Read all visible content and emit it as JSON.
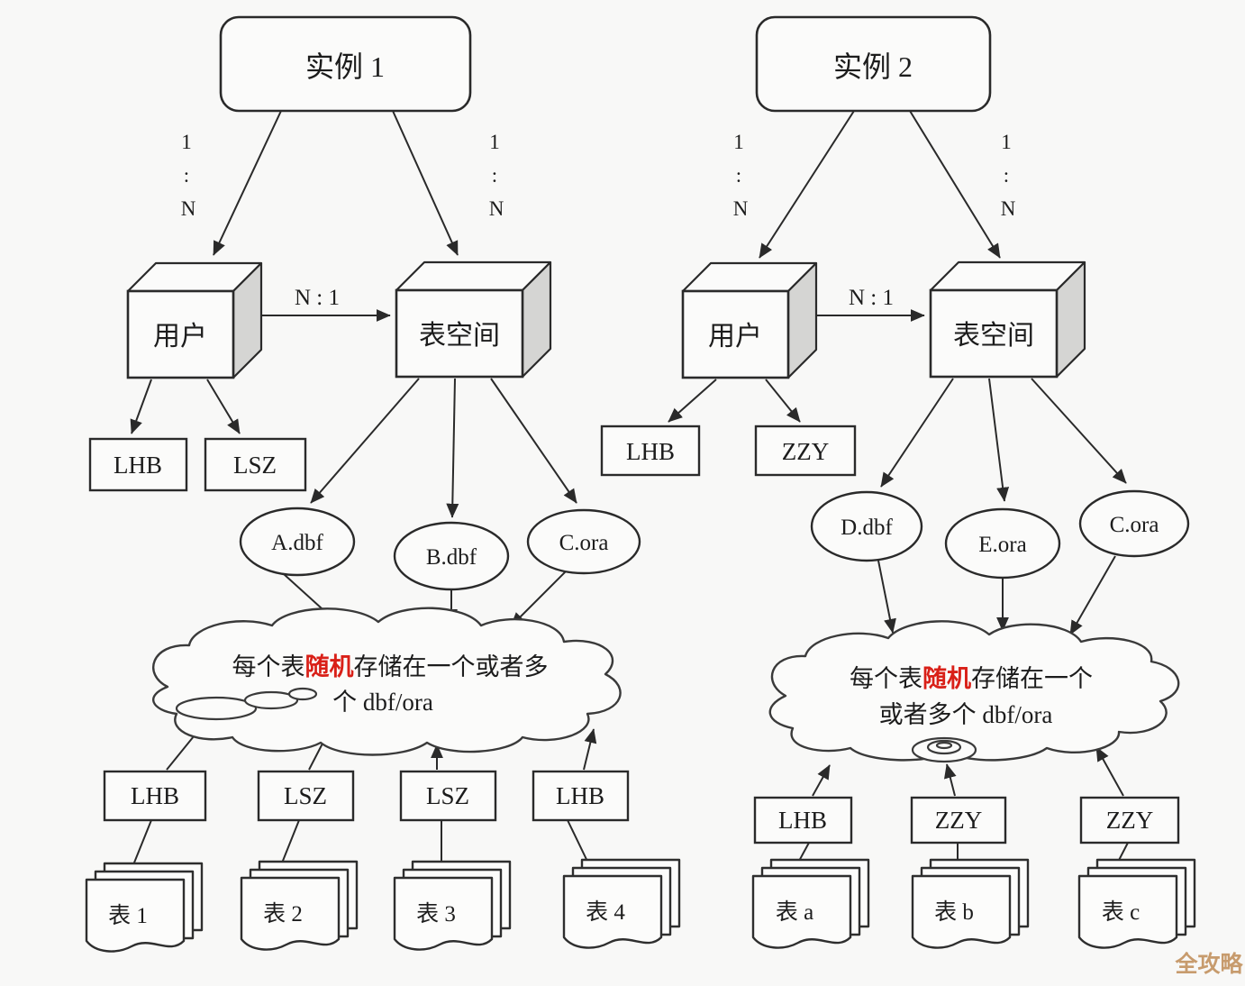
{
  "colors": {
    "background": "#f8f8f7",
    "line": "#2a2a2a",
    "cube_side_shade": "#d5d5d3",
    "highlight_red": "#d92018",
    "watermark_gold": "#c79b6d"
  },
  "relation": {
    "one": "1",
    "colon": ":",
    "n": "N",
    "n_to_one": "N : 1"
  },
  "watermark": "全攻略",
  "left": {
    "instance": "实例 1",
    "user_cube": "用户",
    "tablespace_cube": "表空间",
    "schemas": [
      "LHB",
      "LSZ"
    ],
    "datafiles": [
      "A.dbf",
      "B.dbf",
      "C.ora"
    ],
    "cloud": {
      "prefix": "每个表",
      "highlight": "随机",
      "line1_rest": "存储在一个或者多",
      "line2": "个 dbf/ora"
    },
    "owners": [
      "LHB",
      "LSZ",
      "LSZ",
      "LHB"
    ],
    "tables": [
      "表 1",
      "表 2",
      "表 3",
      "表 4"
    ]
  },
  "right": {
    "instance": "实例 2",
    "user_cube": "用户",
    "tablespace_cube": "表空间",
    "schemas": [
      "LHB",
      "ZZY"
    ],
    "datafiles": [
      "D.dbf",
      "E.ora",
      "C.ora"
    ],
    "cloud": {
      "prefix": "每个表",
      "highlight": "随机",
      "line1_rest": "存储在一个",
      "line2": "或者多个 dbf/ora"
    },
    "owners": [
      "LHB",
      "ZZY",
      "ZZY"
    ],
    "tables": [
      "表 a",
      "表 b",
      "表 c"
    ]
  }
}
